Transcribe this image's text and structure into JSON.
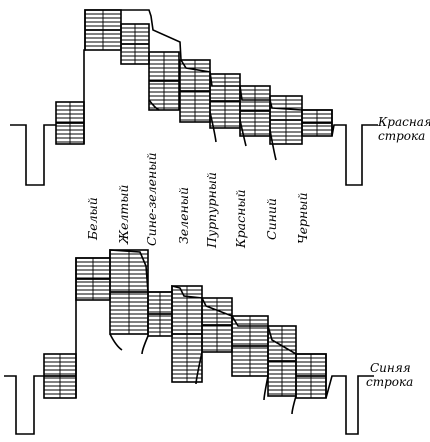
{
  "labels": {
    "red_line_1": "Красная",
    "red_line_2": "строка",
    "blue_line_1": "Синяя",
    "blue_line_2": "строка"
  },
  "bars": [
    "Белый",
    "Желтый",
    "Сине-зеленый",
    "Зеленый",
    "Пурпурный",
    "Красный",
    "Синий",
    "Черный"
  ]
}
